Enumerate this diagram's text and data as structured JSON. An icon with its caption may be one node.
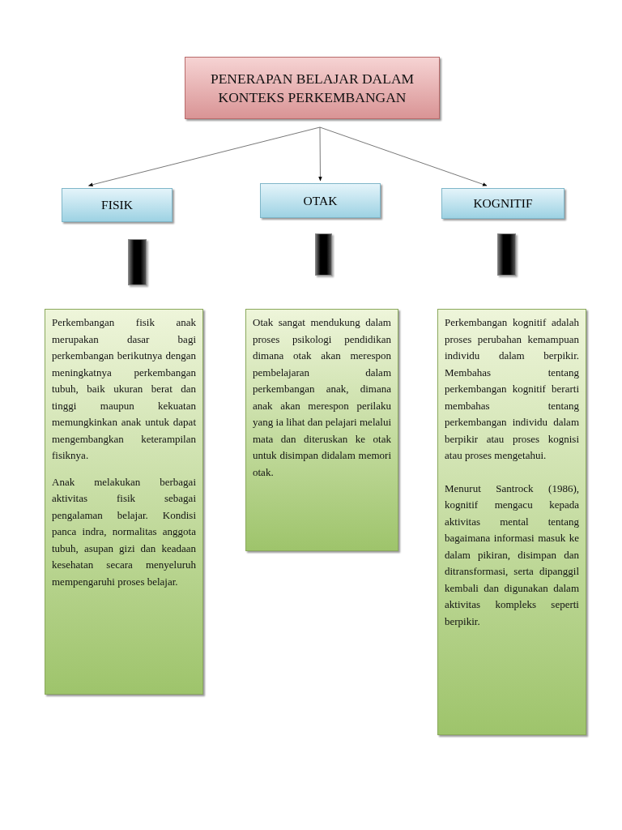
{
  "diagram": {
    "nodes": [
      {
        "text": [
          "PENERAPAN BELAJAR DALAM KONTEKS PERKEMBANGAN"
        ]
      },
      {
        "text": [
          "FISIK"
        ]
      },
      {
        "text": [
          "OTAK"
        ]
      },
      {
        "text": [
          "KOGNITIF"
        ]
      },
      {
        "text": [],
        "shape": "bar"
      },
      {
        "text": [],
        "shape": "bar"
      },
      {
        "text": [],
        "shape": "bar"
      },
      {
        "text": [
          "Perkembangan fisik anak merupakan dasar bagi perkembangan berikutnya dengan meningkatnya perkembangan tubuh, baik ukuran berat dan tinggi maupun kekuatan memungkinkan anak untuk dapat mengembangkan keterampilan fisiknya.",
          "Anak melakukan berbagai aktivitas fisik sebagai pengalaman belajar. Kondisi panca indra, normalitas anggota tubuh, asupan gizi dan keadaan kesehatan secara menyeluruh mempengaruhi proses belajar."
        ]
      },
      {
        "text": [
          "Otak sangat mendukung dalam proses psikologi pendidikan dimana otak akan merespon pembelajaran dalam perkembangan anak, dimana anak akan merespon perilaku yang ia lihat dan pelajari melalui mata dan diteruskan ke otak untuk disimpan didalam memori otak."
        ]
      },
      {
        "text": [
          "Perkembangan kognitif adalah proses perubahan kemampuan individu dalam berpikir. Membahas tentang perkembangan kognitif berarti membahas tentang perkembangan individu dalam berpikir atau proses kognisi atau proses mengetahui.",
          "Menurut Santrock (1986), kognitif mengacu kepada aktivitas mental tentang bagaimana informasi masuk ke dalam pikiran, disimpan dan ditransformasi, serta dipanggil kembali dan digunakan dalam aktivitas kompleks seperti berpikir."
        ]
      }
    ],
    "edges": [
      {
        "from": 0,
        "to": 1,
        "arrow": "to"
      },
      {
        "from": 0,
        "to": 2,
        "arrow": "to"
      },
      {
        "from": 0,
        "to": 3,
        "arrow": "to"
      }
    ]
  }
}
